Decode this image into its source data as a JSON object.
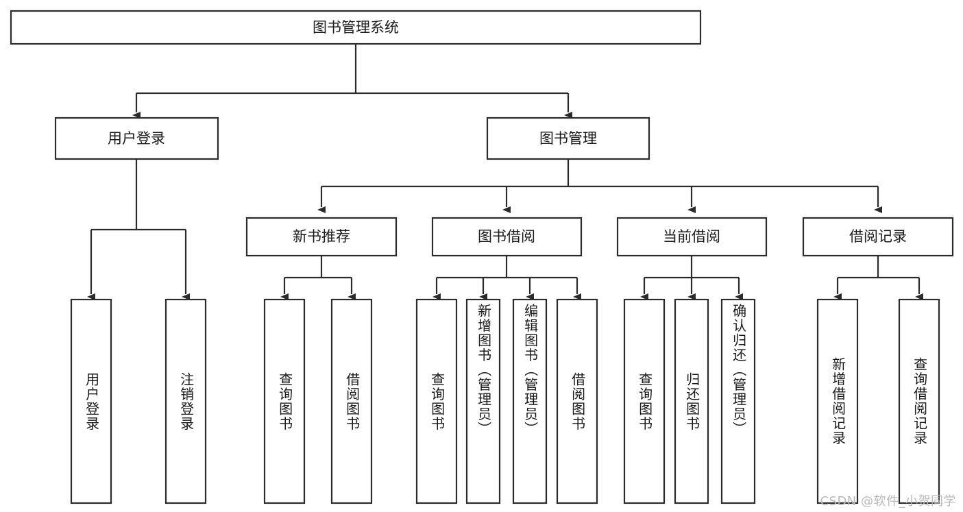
{
  "diagram": {
    "title": "图书管理系统",
    "type": "hierarchy-tree",
    "watermark": "CSDN @软件_小贺同学",
    "colors": {
      "stroke": "#2b2b2b",
      "fill": "#ffffff",
      "text": "#1a1a1a",
      "watermark": "#b9b9b9"
    },
    "root": {
      "label": "图书管理系统"
    },
    "level2": [
      {
        "label": "用户登录"
      },
      {
        "label": "图书管理"
      }
    ],
    "level3": [
      {
        "label": "新书推荐"
      },
      {
        "label": "图书借阅"
      },
      {
        "label": "当前借阅"
      },
      {
        "label": "借阅记录"
      }
    ],
    "leaves": {
      "user_login": [
        {
          "label": "用户登录"
        },
        {
          "label": "注销登录"
        }
      ],
      "new_book_recommend": [
        {
          "label": "查询图书"
        },
        {
          "label": "借阅图书"
        }
      ],
      "book_borrow": [
        {
          "label": "查询图书"
        },
        {
          "label": "新增图书（管理员）"
        },
        {
          "label": "编辑图书（管理员）"
        },
        {
          "label": "借阅图书"
        }
      ],
      "current_borrow": [
        {
          "label": "查询图书"
        },
        {
          "label": "归还图书"
        },
        {
          "label": "确认归还（管理员）"
        }
      ],
      "borrow_records": [
        {
          "label": "新增借阅记录"
        },
        {
          "label": "查询借阅记录"
        }
      ]
    }
  }
}
